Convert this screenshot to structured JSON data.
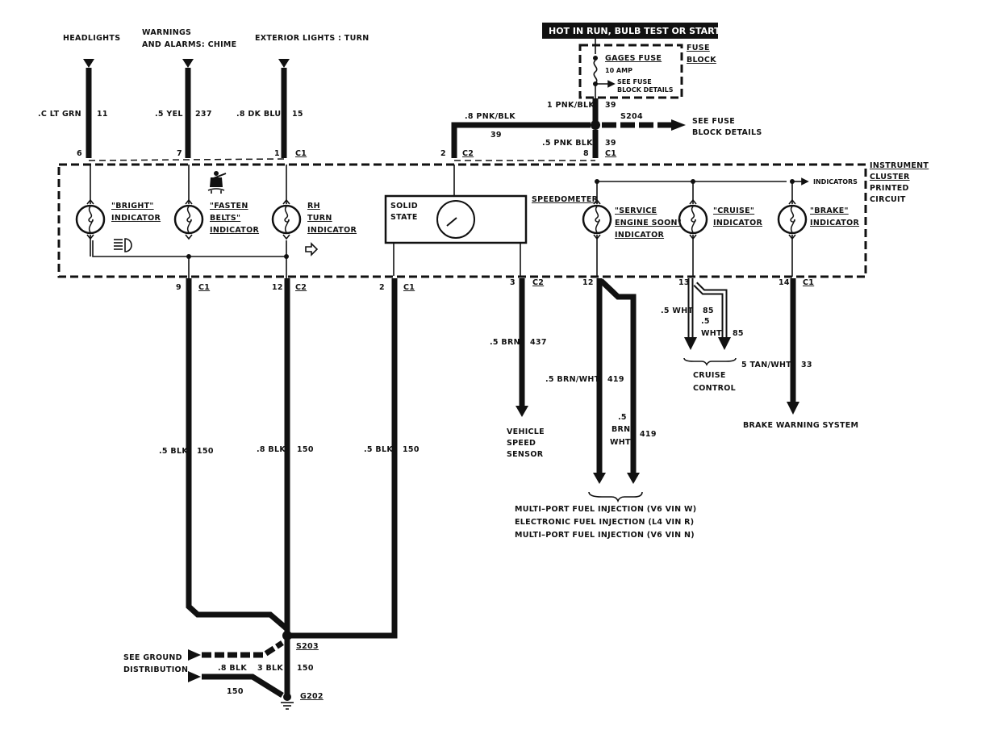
{
  "power": {
    "hot_label": "HOT IN RUN,  BULB TEST OR START",
    "fuse_name": "GAGES FUSE",
    "fuse_rating": "10 AMP",
    "fuse_block_label": [
      "FUSE",
      "BLOCK"
    ],
    "see_fuse_small": [
      "SEE FUSE",
      "BLOCK DETAILS"
    ],
    "see_fuse_large": [
      "SEE FUSE",
      "BLOCK DETAILS"
    ],
    "feed_wire": {
      "color": "1 PNK/BLK",
      "circuit": "39"
    },
    "splice": "S204",
    "branch_wire": {
      "color": ".8 PNK/BLK",
      "circuit": "39"
    },
    "cluster_feed": {
      "color": ".5  PNK  BLK",
      "circuit": "39",
      "pin": "8",
      "connector": "C1"
    },
    "speedo_feed": {
      "pin": "2",
      "connector": "C2"
    }
  },
  "inputs": [
    {
      "system": [
        "HEADLIGHTS"
      ],
      "color": ".C  LT GRN",
      "circuit": "11",
      "pin": "6",
      "connector": ""
    },
    {
      "system": [
        "WARNINGS",
        "AND ALARMS: CHIME"
      ],
      "color": ".5 YEL",
      "circuit": "237",
      "pin": "7",
      "connector": ""
    },
    {
      "system": [
        "EXTERIOR LIGHTS : TURN"
      ],
      "color": ".8 DK BLU",
      "circuit": "15",
      "pin": "1",
      "connector": "C1"
    }
  ],
  "cluster": {
    "label": [
      "INSTRUMENT",
      "CLUSTER",
      "PRINTED",
      "CIRCUIT"
    ],
    "indicators_arrow": "INDICATORS",
    "bulbs": [
      {
        "name": [
          "\"BRIGHT\"",
          "INDICATOR"
        ],
        "symbol": "headlamp-icon"
      },
      {
        "name": [
          "\"FASTEN",
          "BELTS\"",
          "INDICATOR"
        ],
        "symbol": "seatbelt-icon"
      },
      {
        "name": [
          "RH",
          "TURN",
          "INDICATOR"
        ],
        "symbol": "turn-arrow-icon"
      },
      {
        "name": [
          "\"SERVICE",
          "ENGINE SOON\"",
          "INDICATOR"
        ],
        "symbol": ""
      },
      {
        "name": [
          "\"CRUISE\"",
          "INDICATOR"
        ],
        "symbol": ""
      },
      {
        "name": [
          "\"BRAKE\"",
          "INDICATOR"
        ],
        "symbol": ""
      }
    ],
    "speedometer": {
      "box_label": [
        "SOLID",
        "STATE"
      ],
      "name": "SPEEDOMETER"
    }
  },
  "outputs": [
    {
      "pin": "9",
      "connector": "C1",
      "color": ".5 BLK",
      "circuit": "150"
    },
    {
      "pin": "12",
      "connector": "C2",
      "color": ".8 BLK",
      "circuit": "150"
    },
    {
      "pin": "2",
      "connector": "C1",
      "color": ".5 BLK",
      "circuit": "150"
    },
    {
      "pin": "3",
      "connector": "C2",
      "color": ".5 BRN",
      "circuit": "437",
      "dest": [
        "VEHICLE",
        "SPEED",
        "SENSOR"
      ]
    },
    {
      "pin": "12",
      "connector": "",
      "color": ".5 BRN/WHT",
      "circuit": "419",
      "color2": [
        ".5",
        "BRN/",
        "WHT"
      ],
      "circuit2": "419",
      "dest": [
        "MULTI–PORT FUEL INJECTION (V6 VIN W)",
        "ELECTRONIC FUEL INJECTION (L4 VIN R)",
        "MULTI–PORT FUEL INJECTION (V6 VIN N)"
      ]
    },
    {
      "pin": "13",
      "connector": "",
      "color": ".5 WHT",
      "circuit": "85",
      "color2": [
        ".5",
        "WHT"
      ],
      "circuit2": "85",
      "dest": [
        "CRUISE",
        "CONTROL"
      ]
    },
    {
      "pin": "14",
      "connector": "C1",
      "color": "5 TAN/WHT",
      "circuit": "33",
      "dest": [
        "BRAKE WARNING SYSTEM"
      ]
    }
  ],
  "ground": {
    "splice": "S203",
    "ground": "G202",
    "see_ground": [
      "SEE GROUND",
      "DISTRIBUTION"
    ],
    "wire_a": ".8 BLK",
    "wire_b": "3 BLK",
    "circuit_main": "150",
    "circuit_lower": "150"
  }
}
